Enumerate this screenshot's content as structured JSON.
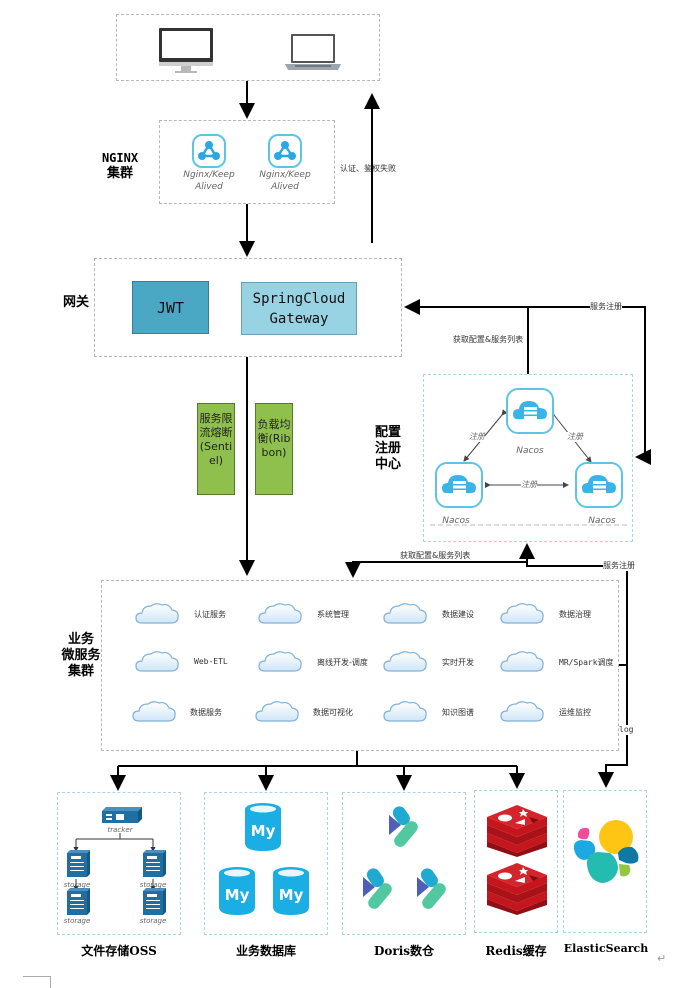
{
  "clients": {
    "icons": [
      "desktop-monitor",
      "laptop"
    ]
  },
  "nginx": {
    "label": "NGINX\n集群",
    "label_line1": "NGINX",
    "label_line2": "集群",
    "nodes": [
      {
        "line1": "Nginx/Keep",
        "line2": "Alived",
        "icon": "cluster-node"
      },
      {
        "line1": "Nginx/Keep",
        "line2": "Alived",
        "icon": "cluster-node"
      }
    ],
    "auth_fail_label": "认证、鉴权失败"
  },
  "gateway": {
    "label": "网关",
    "jwt_label": "JWT",
    "gw_label": "SpringCloud\nGateway",
    "service_register_label": "服务注册",
    "fetch_config_label": "获取配置&服务列表"
  },
  "middle": {
    "sentinel_label": "服务限流熔断(Sentiel)",
    "ribbon_label": "负载均衡(Ribbon)"
  },
  "registry": {
    "label_line1": "配置",
    "label_line2": "注册",
    "label_line3": "中心",
    "nodes": [
      "Nacos",
      "Nacos",
      "Nacos"
    ],
    "edge_label": "注册",
    "fetch_config_label": "获取配置&服务列表",
    "service_register_label": "服务注册"
  },
  "microservices": {
    "label_line1": "业务",
    "label_line2": "微服务",
    "label_line3": "集群",
    "log_label": "log",
    "services": [
      "认证服务",
      "系统管理",
      "数据建设",
      "数据治理",
      "Web-ETL",
      "离线开发-调度",
      "实时开发",
      "MR/Spark调度",
      "数据服务",
      "数据可视化",
      "知识图谱",
      "运维监控"
    ]
  },
  "storage": [
    {
      "label": "文件存储OSS",
      "tracker_label": "tracker",
      "storage_label": "storage"
    },
    {
      "label": "业务数据库",
      "icon_text": "My"
    },
    {
      "label": "Doris数仓"
    },
    {
      "label": "Redis缓存"
    },
    {
      "label": "ElasticSearch"
    }
  ],
  "colors": {
    "jwt": "#4aa8c5",
    "gateway": "#98d3e4",
    "green": "#8fbf4d",
    "nacos": "#3ab4e8",
    "mysql": "#1aaee5",
    "redis": "#c4161c",
    "tracker": "#1f6fa3"
  },
  "paragraph_mark": "↵"
}
